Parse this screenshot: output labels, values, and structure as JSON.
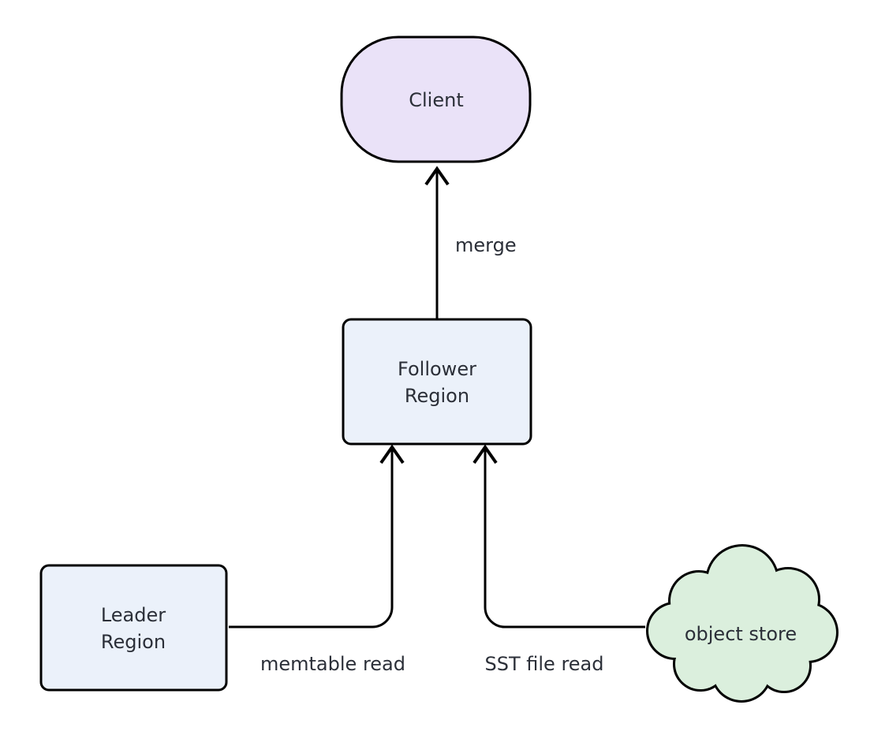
{
  "diagram": {
    "type": "flowchart",
    "nodes": {
      "client": {
        "label": "Client",
        "shape": "stadium"
      },
      "follower": {
        "label_lines": [
          "Follower",
          "Region"
        ],
        "shape": "rounded-rect"
      },
      "leader": {
        "label_lines": [
          "Leader",
          "Region"
        ],
        "shape": "rounded-rect"
      },
      "object_store": {
        "label": "object store",
        "shape": "cloud"
      }
    },
    "edges": [
      {
        "from": "Follower Region",
        "to": "Client",
        "label": "merge"
      },
      {
        "from": "Leader Region",
        "to": "Follower Region",
        "label": "memtable read"
      },
      {
        "from": "object store",
        "to": "Follower Region",
        "label": "SST file read"
      }
    ],
    "colors": {
      "client_fill": "#eae2f8",
      "region_fill": "#ebf1fa",
      "cloud_fill": "#dbefdd",
      "border": "#000000",
      "line": "#000000",
      "text": "#2b2f38",
      "background": "#ffffff"
    }
  }
}
